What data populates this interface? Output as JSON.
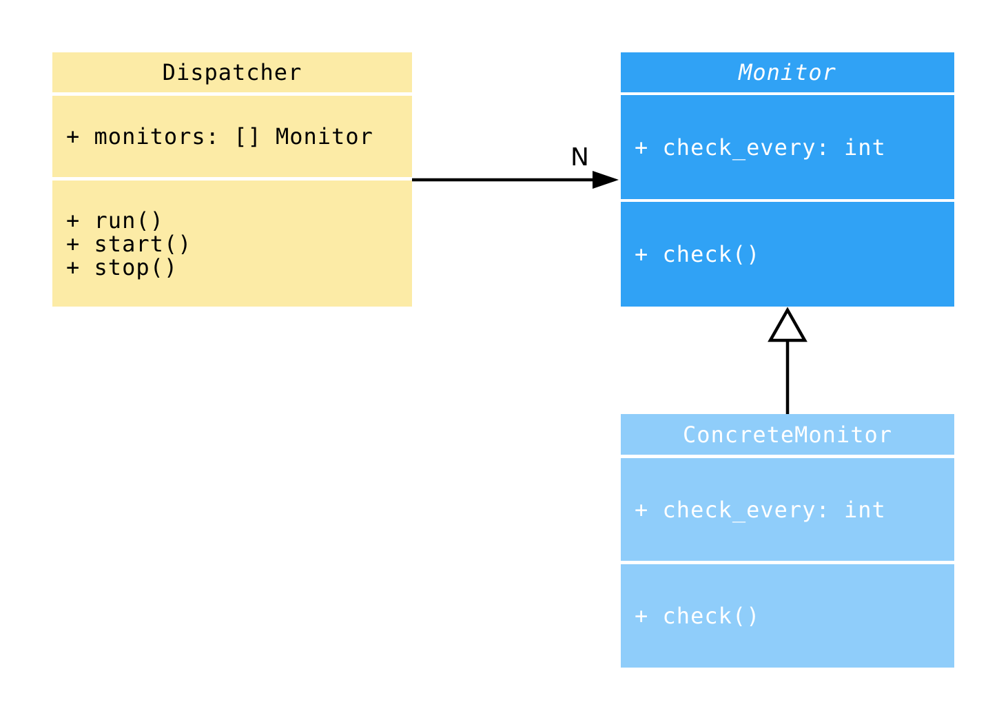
{
  "diagram": {
    "type": "uml-class-diagram",
    "background": "#FFFFFF",
    "line_color": "#000000",
    "classes": [
      {
        "id": "dispatcher",
        "name": "Dispatcher",
        "abstract": false,
        "attributes": [
          "+ monitors: [] Monitor"
        ],
        "methods": [
          "+ run()",
          "+ start()",
          "+ stop()"
        ],
        "colors": {
          "background": "#FCEBA6",
          "text": "#000000"
        }
      },
      {
        "id": "monitor",
        "name": "Monitor",
        "abstract": true,
        "attributes": [
          "+ check_every: int"
        ],
        "methods": [
          "+ check()"
        ],
        "colors": {
          "background": "#30A2F5",
          "text": "#FFFFFF"
        }
      },
      {
        "id": "concrete-monitor",
        "name": "ConcreteMonitor",
        "abstract": false,
        "attributes": [
          "+ check_every: int"
        ],
        "methods": [
          "+ check()"
        ],
        "colors": {
          "background": "#8FCDFA",
          "text": "#FFFFFF"
        }
      }
    ],
    "relations": [
      {
        "type": "association",
        "from": "Dispatcher",
        "to": "Monitor",
        "label": "N",
        "arrowhead": "filled-triangle"
      },
      {
        "type": "inheritance",
        "from": "ConcreteMonitor",
        "to": "Monitor",
        "label": "",
        "arrowhead": "hollow-triangle"
      }
    ]
  }
}
